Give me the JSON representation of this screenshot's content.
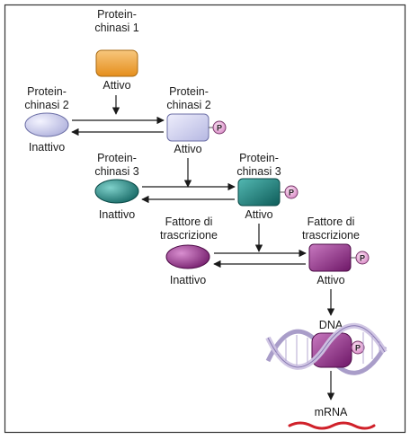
{
  "diagram": {
    "kinase1": {
      "name_line1": "Protein-",
      "name_line2": "chinasi 1",
      "state": "Attivo"
    },
    "kinase2_inactive": {
      "name_line1": "Protein-",
      "name_line2": "chinasi 2",
      "state": "Inattivo"
    },
    "kinase2_active": {
      "name_line1": "Protein-",
      "name_line2": "chinasi 2",
      "state": "Attivo"
    },
    "kinase3_inactive": {
      "name_line1": "Protein-",
      "name_line2": "chinasi 3",
      "state": "Inattivo"
    },
    "kinase3_active": {
      "name_line1": "Protein-",
      "name_line2": "chinasi 3",
      "state": "Attivo"
    },
    "tf_inactive": {
      "name_line1": "Fattore di",
      "name_line2": "trascrizione",
      "state": "Inattivo"
    },
    "tf_active": {
      "name_line1": "Fattore di",
      "name_line2": "trascrizione",
      "state": "Attivo"
    },
    "phosphate_label": "P",
    "dna_label": "DNA",
    "mrna_label": "mRNA"
  },
  "colors": {
    "kinase1": "#f0a33a",
    "kinase2": "#cfd0ee",
    "kinase3": "#1f8a86",
    "transcription_factor": "#9a2f8f",
    "phosphate": "#e6a6d6",
    "mrna": "#d0212a",
    "dna_strand": "#b7a7cf"
  }
}
